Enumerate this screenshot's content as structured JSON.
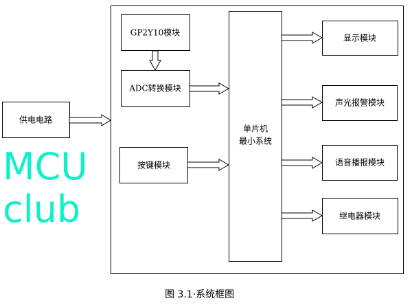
{
  "watermark": "MCUclub",
  "blocks": {
    "sensor": "GP2Y10模块",
    "adc": "ADC转换模块",
    "keys": "按键模块",
    "power": "供电电路",
    "mcu_line1": "单片机",
    "mcu_line2": "最小系统",
    "display": "显示模块",
    "alarm": "声光报警模块",
    "voice": "语音播报模块",
    "relay": "继电器模块"
  },
  "caption": "图 3.1·系统框图"
}
